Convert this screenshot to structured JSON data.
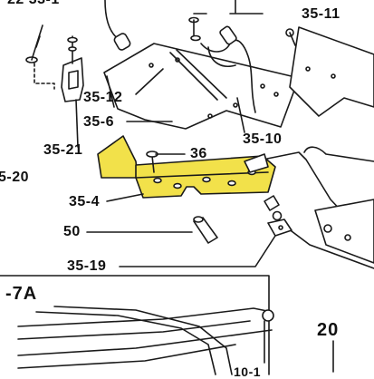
{
  "diagram": {
    "highlight_color": "#f2e14a",
    "line_color": "#1a1a1a",
    "callouts": [
      {
        "id": "c-22-33-1",
        "text": "22 33-1"
      },
      {
        "id": "c-35-11",
        "text": "35-11"
      },
      {
        "id": "c-35-12",
        "text": "35-12"
      },
      {
        "id": "c-35-6",
        "text": "35-6"
      },
      {
        "id": "c-35-10",
        "text": "35-10"
      },
      {
        "id": "c-35-21",
        "text": "35-21"
      },
      {
        "id": "c-36",
        "text": "36"
      },
      {
        "id": "c-35-20",
        "text": "5-20"
      },
      {
        "id": "c-35-4",
        "text": "35-4"
      },
      {
        "id": "c-50",
        "text": "50"
      },
      {
        "id": "c-35-19",
        "text": "35-19"
      },
      {
        "id": "c-7a",
        "text": "-7A"
      },
      {
        "id": "c-20",
        "text": "20"
      },
      {
        "id": "c-10-1",
        "text": "10-1"
      }
    ]
  }
}
